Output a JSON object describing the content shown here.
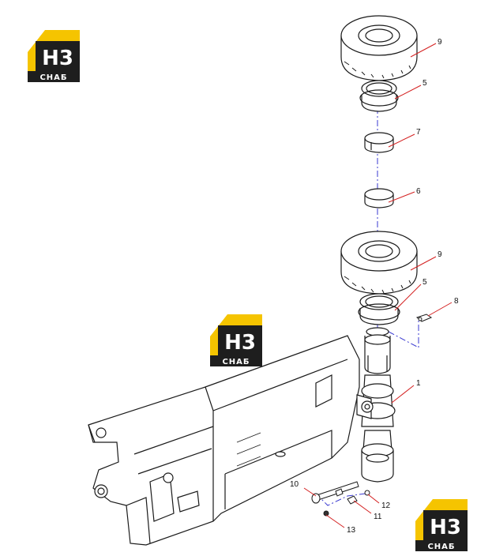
{
  "logo": {
    "text": "H3",
    "subtext": "CHAБ",
    "colors": {
      "yellow": "#F5C400",
      "dark": "#1e1e1e",
      "white": "#ffffff"
    }
  },
  "parts": [
    {
      "id": "p9a",
      "label": "9"
    },
    {
      "id": "p5a",
      "label": "5"
    },
    {
      "id": "p7",
      "label": "7"
    },
    {
      "id": "p6",
      "label": "6"
    },
    {
      "id": "p9b",
      "label": "9"
    },
    {
      "id": "p5b",
      "label": "5"
    },
    {
      "id": "p8",
      "label": "8"
    },
    {
      "id": "p1",
      "label": "1"
    },
    {
      "id": "p10",
      "label": "10"
    },
    {
      "id": "p12",
      "label": "12"
    },
    {
      "id": "p11",
      "label": "11"
    },
    {
      "id": "p13",
      "label": "13"
    }
  ],
  "colors": {
    "leader": "#d42020",
    "axis": "#3a3ad0",
    "line": "#1a1a1a"
  }
}
